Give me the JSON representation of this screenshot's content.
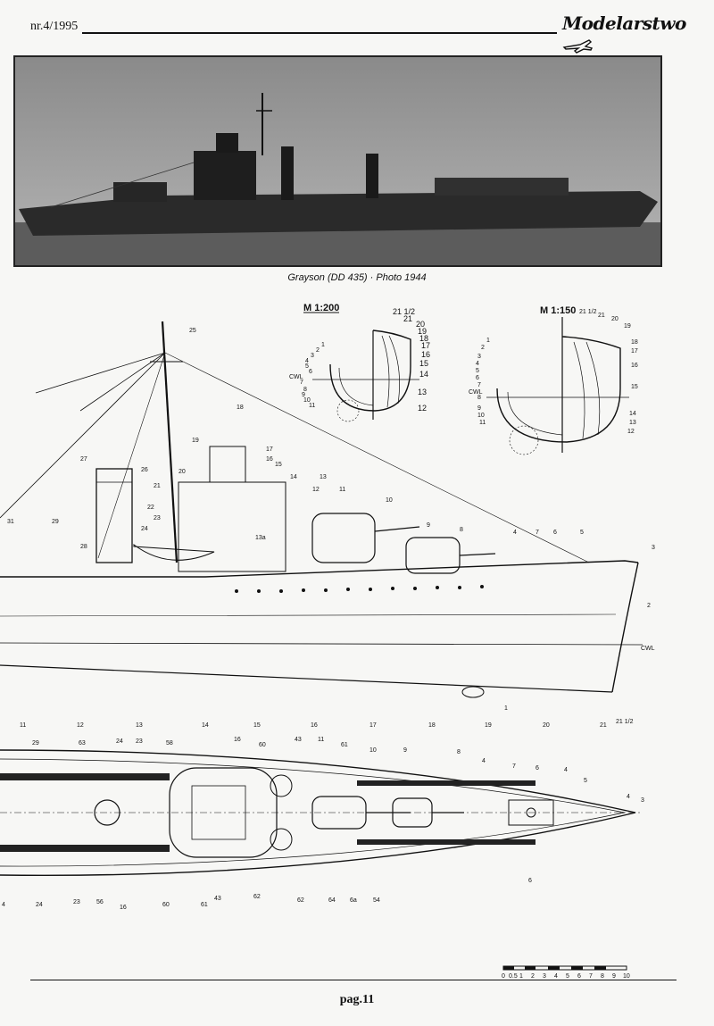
{
  "header": {
    "issue": "nr.4/1995",
    "magazine": "Modelarstwo"
  },
  "photo": {
    "caption": "Grayson (DD 435) · Photo 1944"
  },
  "body_plans": [
    {
      "title": "M 1:200",
      "labels": [
        "1",
        "2",
        "3",
        "4",
        "5",
        "6",
        "7",
        "8",
        "9",
        "10",
        "11",
        "12",
        "13",
        "14",
        "15",
        "16",
        "17",
        "18",
        "19",
        "20",
        "21",
        "21 1/2",
        "CWL"
      ]
    },
    {
      "title": "M 1:150",
      "labels": [
        "1",
        "2",
        "3",
        "4",
        "5",
        "6",
        "7",
        "8",
        "9",
        "10",
        "11",
        "12",
        "13",
        "14",
        "15",
        "16",
        "17",
        "18",
        "19",
        "20",
        "21",
        "21 1/2",
        "CWL"
      ]
    }
  ],
  "profile": {
    "labels": [
      "1",
      "2",
      "3",
      "4",
      "5",
      "6",
      "7",
      "8",
      "9",
      "10",
      "11",
      "12",
      "13",
      "14",
      "15",
      "16",
      "17",
      "18",
      "19",
      "20",
      "21",
      "22",
      "23",
      "24",
      "25",
      "26",
      "27",
      "28",
      "29",
      "31",
      "13a",
      "CWL"
    ]
  },
  "plan": {
    "frame_marks": [
      "11",
      "12",
      "13",
      "14",
      "15",
      "16",
      "17",
      "18",
      "19",
      "20",
      "21",
      "21 1/2"
    ],
    "labels": [
      "3",
      "4",
      "4",
      "4",
      "4",
      "5",
      "6",
      "6",
      "7",
      "8",
      "9",
      "10",
      "11",
      "16",
      "16",
      "23",
      "23",
      "24",
      "24",
      "29",
      "43",
      "43",
      "56",
      "58",
      "60",
      "60",
      "61",
      "61",
      "62",
      "62",
      "63",
      "64",
      "6a",
      "54"
    ]
  },
  "scale_bar": {
    "ticks": [
      "0",
      "0.5",
      "1",
      "2",
      "3",
      "4",
      "5",
      "6",
      "7",
      "8",
      "9",
      "10"
    ]
  },
  "footer": {
    "page": "pag.11"
  }
}
